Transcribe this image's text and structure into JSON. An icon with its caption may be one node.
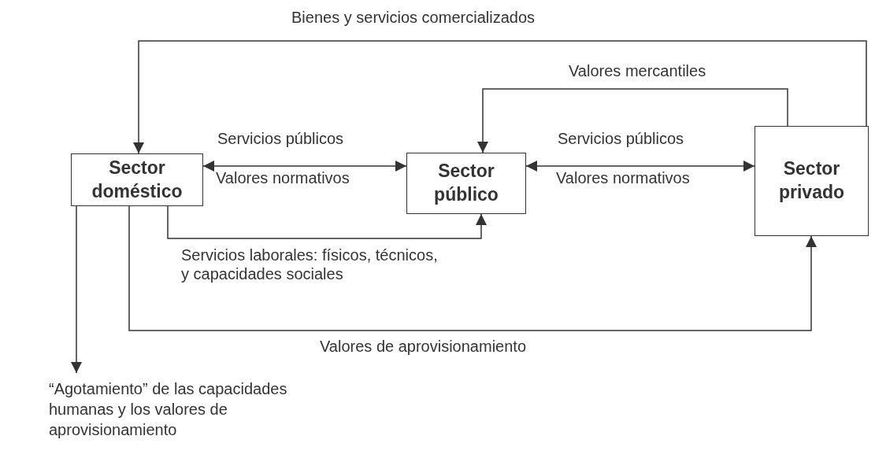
{
  "diagram": {
    "nodes": [
      {
        "text": [
          "Sector doméstico"
        ]
      },
      {
        "text": [
          "Sector público"
        ]
      },
      {
        "text": [
          "Sector privado"
        ]
      },
      {
        "text": [
          "“Agotamiento” de las capacidades humanas y los valores de aprovisionamiento"
        ]
      }
    ],
    "edges": [
      {
        "from": 2,
        "to": 0,
        "arrow": "to",
        "label": "Bienes y servicios comercializados"
      },
      {
        "from": 2,
        "to": 1,
        "arrow": "to",
        "label": "Valores mercantiles"
      },
      {
        "from": 0,
        "to": 1,
        "arrow": "both",
        "label": "Servicios públicos"
      },
      {
        "from": 1,
        "to": 2,
        "arrow": "both",
        "label": "Servicios públicos"
      },
      {
        "from": 0,
        "to": 1,
        "arrow": "to",
        "label": "Servicios laborales: físicos, técnicos, y capacidades sociales"
      },
      {
        "from": 0,
        "to": 2,
        "arrow": "to",
        "label": "Valores de aprovisionamiento"
      },
      {
        "from": 0,
        "to": 3,
        "arrow": "to"
      }
    ],
    "labels": [
      "Valores normativos",
      "Valores normativos"
    ]
  }
}
